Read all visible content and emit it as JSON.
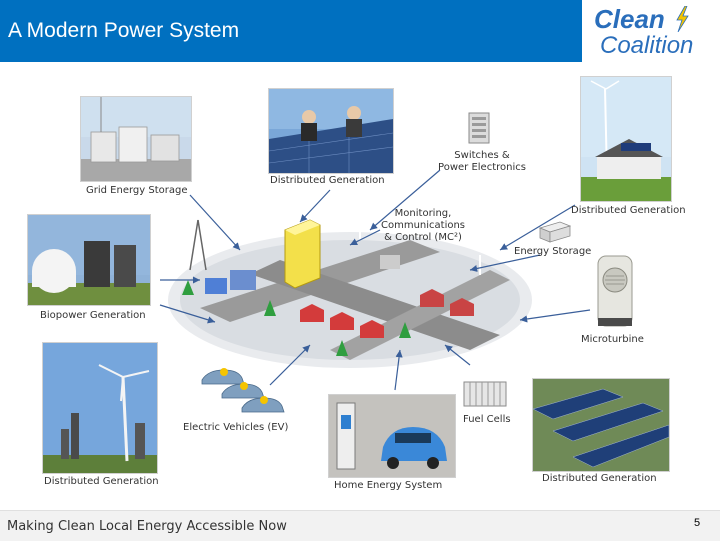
{
  "header": {
    "title": "A Modern Power System"
  },
  "logo": {
    "line1": "Clean",
    "line2": "Coalition"
  },
  "labels": {
    "grid_storage": "Grid Energy Storage",
    "dist_gen_top": "Distributed Generation",
    "switches_1": "Switches &",
    "switches_2": "Power Electronics",
    "monitoring_1": "Monitoring,",
    "monitoring_2": "Communications",
    "monitoring_3": "& Control (MC²)",
    "dist_gen_right": "Distributed Generation",
    "energy_storage": "Energy Storage",
    "biopower": "Biopower Generation",
    "microturbine": "Microturbine",
    "ev": "Electric Vehicles (EV)",
    "fuel_cells": "Fuel Cells",
    "dist_gen_left": "Distributed Generation",
    "home_energy": "Home Energy System",
    "dist_gen_bottom_right": "Distributed Generation"
  },
  "footer": {
    "text": "Making Clean Local Energy Accessible Now",
    "page": "5"
  },
  "colors": {
    "title_bar": "#0070c0",
    "logo_blue": "#2a6ebb",
    "bolt_yellow": "#f5c400",
    "arrow": "#3a5f9a"
  }
}
